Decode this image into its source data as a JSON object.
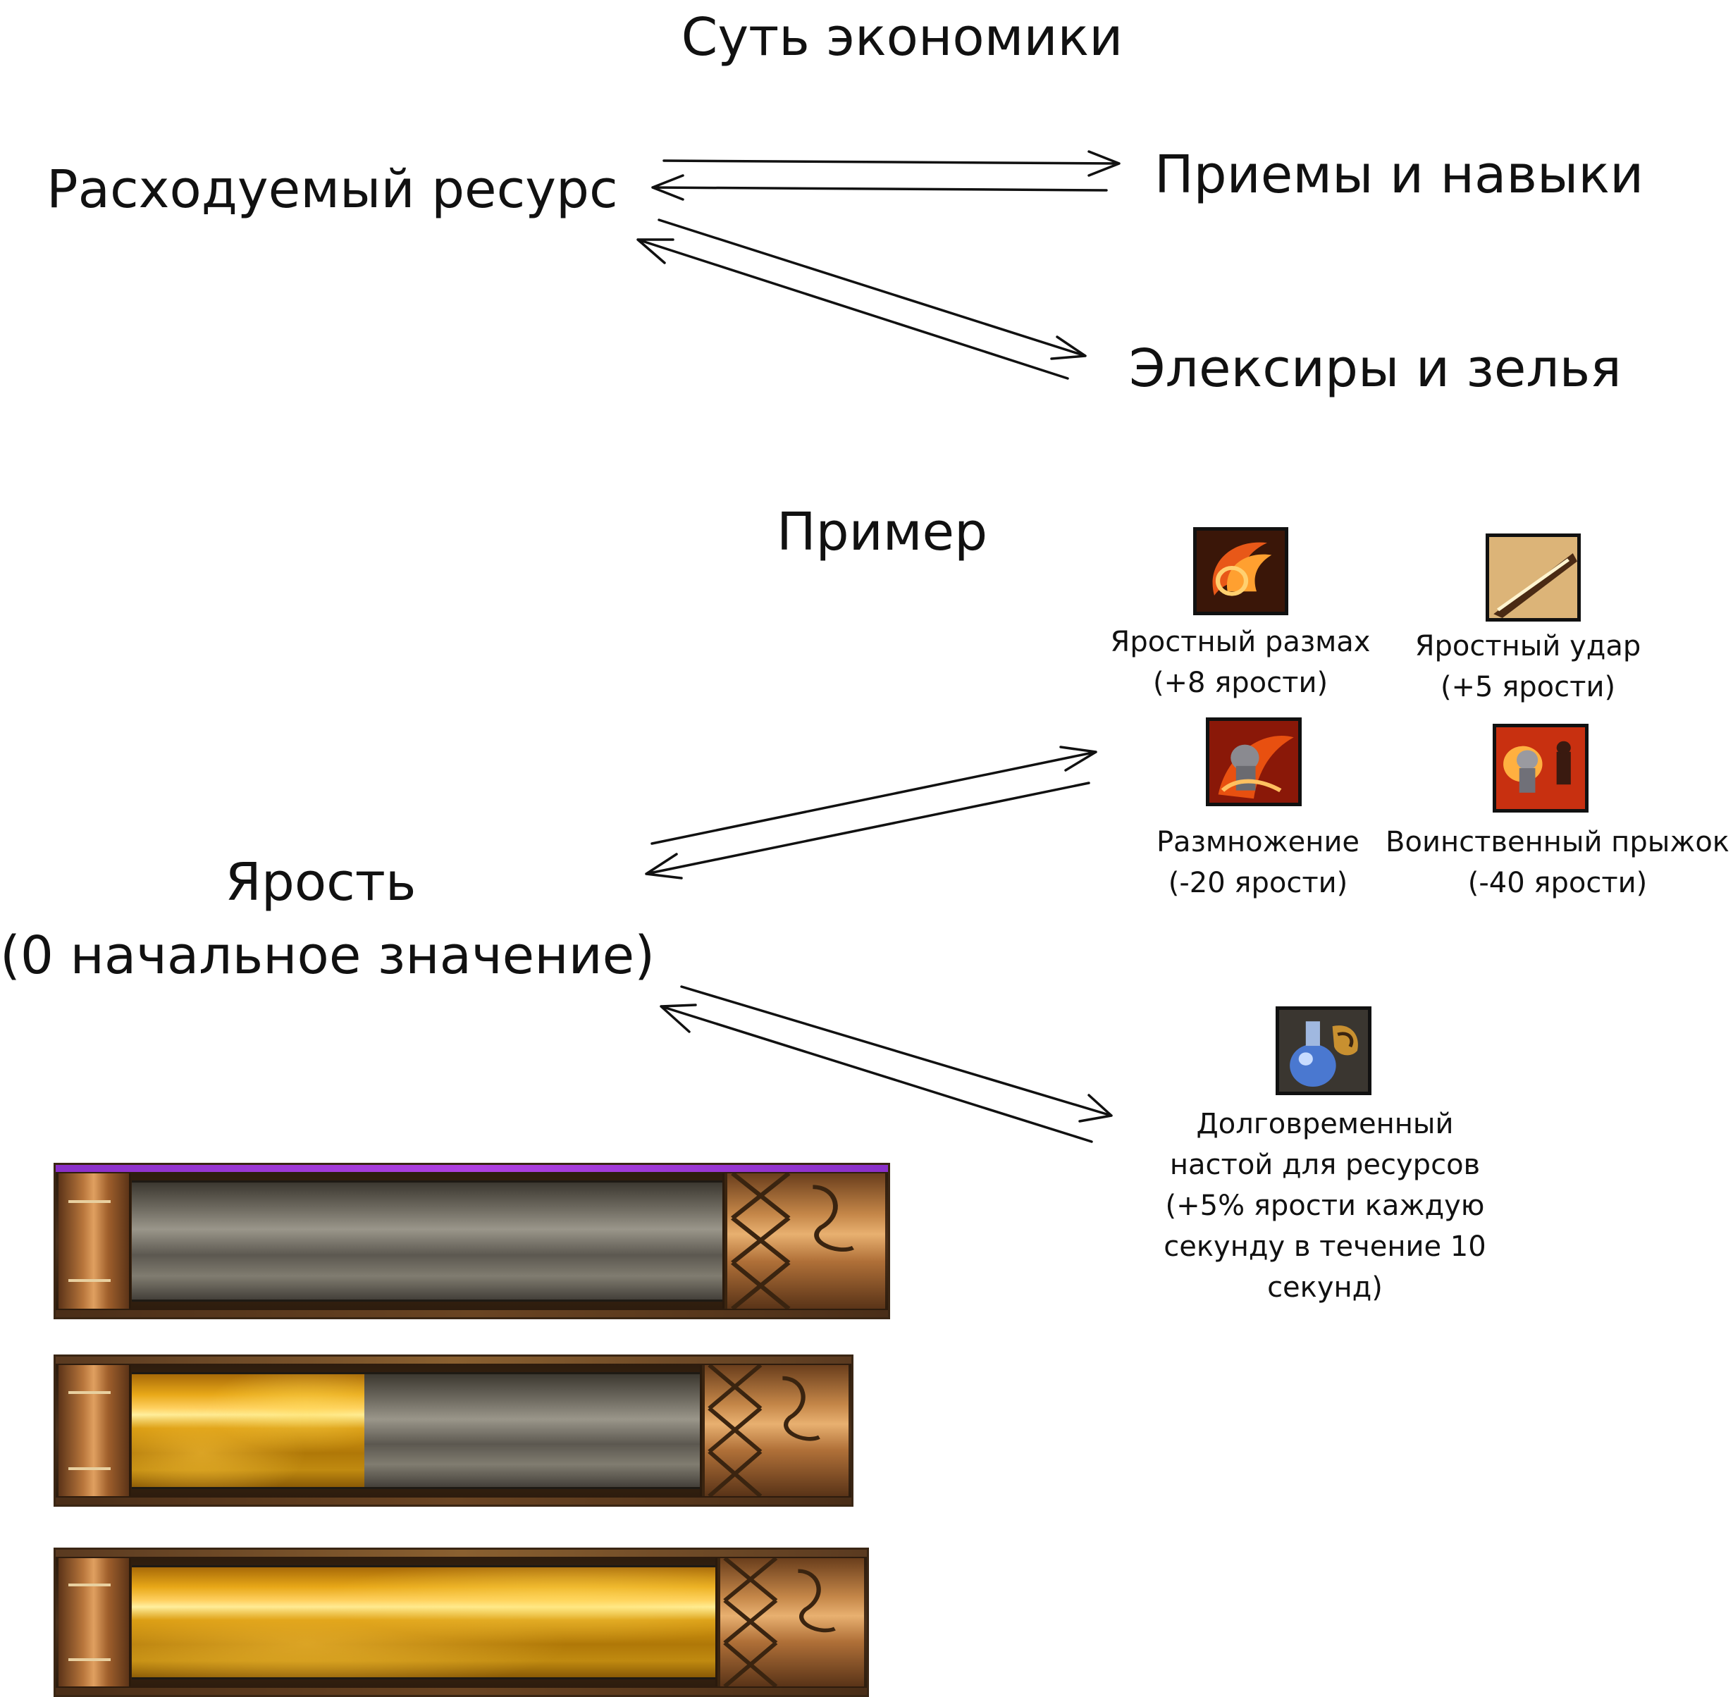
{
  "title": "Суть экономики",
  "nodes": {
    "resource": "Расходуемый ресурс",
    "skills": "Приемы и навыки",
    "potions": "Элексиры и зелья"
  },
  "example": {
    "heading": "Пример",
    "rage_line1": "Ярость",
    "rage_line2": "(0 начальное значение)",
    "skills": [
      {
        "name": "Яростный размах",
        "effect": "(+8 ярости)",
        "icon": "flame-swing-icon"
      },
      {
        "name": "Яростный удар",
        "effect": "(+5 ярости)",
        "icon": "blade-strike-icon"
      },
      {
        "name": "Размножение",
        "effect": "(-20 ярости)",
        "icon": "multiply-icon"
      },
      {
        "name": "Воинственный прыжок",
        "effect": "(-40 ярости)",
        "icon": "leap-icon"
      }
    ],
    "potion": {
      "lines": [
        "Долговременный",
        "настой для ресурсов",
        "(+5% ярости каждую",
        "секунду в течение 10",
        "секунд)"
      ],
      "icon": "potion-icon"
    },
    "rage_bars": [
      {
        "fill": 0
      },
      {
        "fill": 0.41
      },
      {
        "fill": 1.0
      }
    ]
  },
  "colors": {
    "text": "#111111",
    "rage_fill": "#e8a818",
    "empty_tube": "#6e6a60",
    "bar_frame": "#b8763c",
    "bar_top_accent": "#b040e0"
  }
}
